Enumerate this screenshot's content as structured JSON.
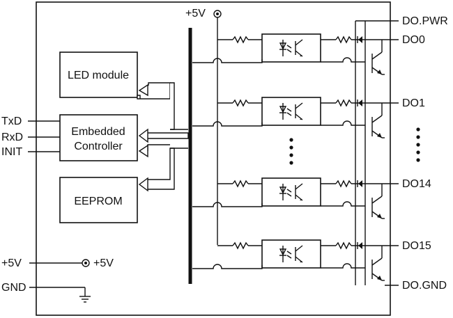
{
  "blocks": {
    "led_module": "LED module",
    "controller_line1": "Embedded",
    "controller_line2": "Controller",
    "eeprom": "EEPROM"
  },
  "signals": {
    "txd": "TxD",
    "rxd": "RxD",
    "init": "INIT",
    "power_in": "+5V",
    "power_internal": "+5V",
    "gnd": "GND",
    "bus_power": "+5V"
  },
  "outputs": {
    "do_pwr": "DO.PWR",
    "do_gnd": "DO.GND",
    "channels": [
      "DO0",
      "DO1",
      "DO14",
      "DO15"
    ]
  }
}
